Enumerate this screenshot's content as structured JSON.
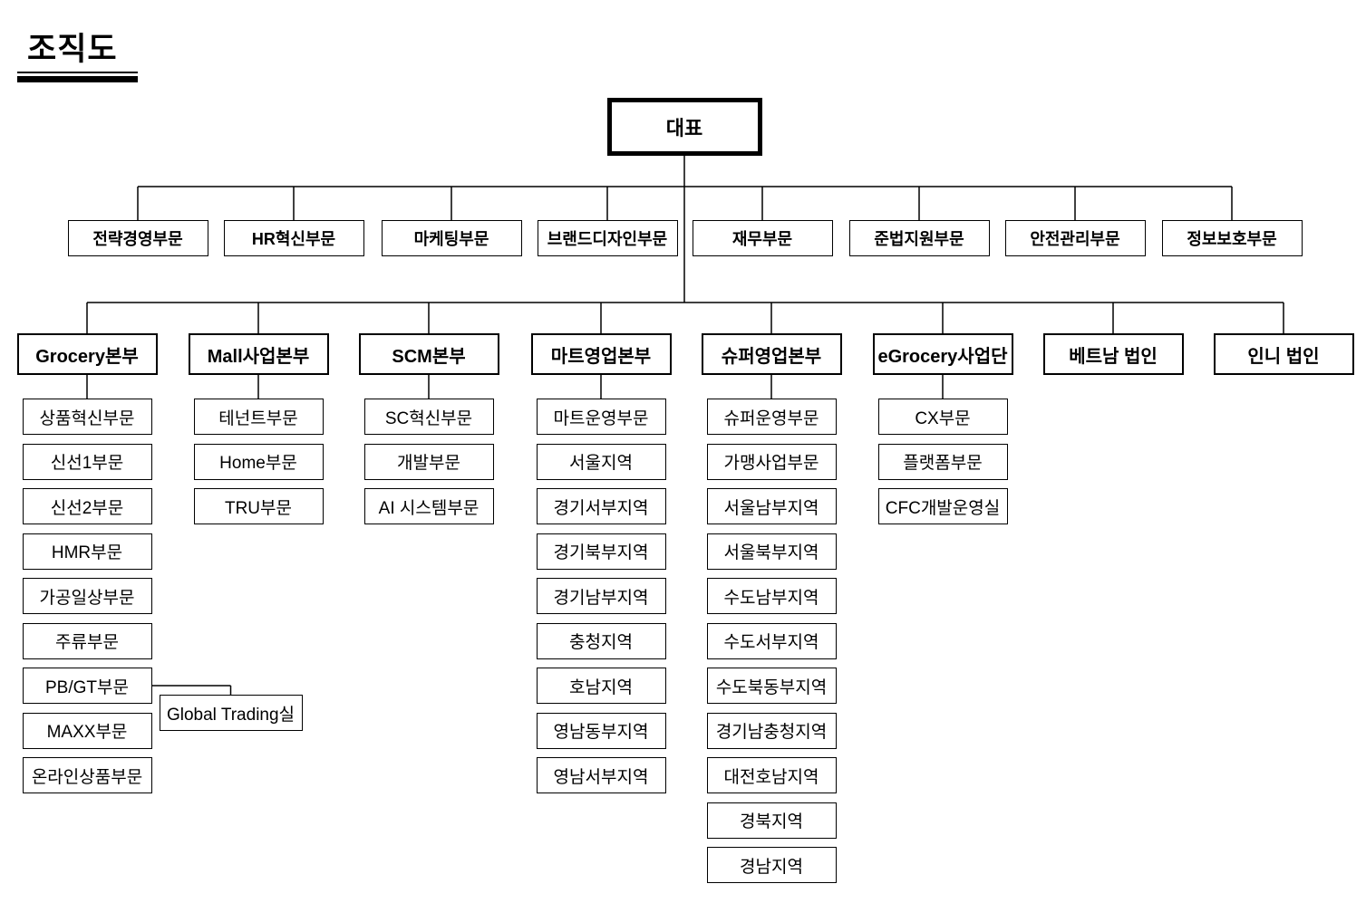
{
  "title": "조직도",
  "colors": {
    "line": "#000000",
    "box_border": "#000000",
    "background": "#ffffff"
  },
  "root": {
    "label": "대표"
  },
  "staff_departments": [
    "전략경영부문",
    "HR혁신부문",
    "마케팅부문",
    "브랜드디자인부문",
    "재무부문",
    "준법지원부문",
    "안전관리부문",
    "정보보호부문"
  ],
  "divisions": [
    {
      "label": "Grocery본부",
      "children": [
        "상품혁신부문",
        "신선1부문",
        "신선2부문",
        "HMR부문",
        "가공일상부문",
        "주류부문",
        "PB/GT부문",
        "MAXX부문",
        "온라인상품부문"
      ],
      "side_box": {
        "label": "Global Trading실",
        "attached_to": "PB/GT부문",
        "attached_child_index": 6
      }
    },
    {
      "label": "Mall사업본부",
      "children": [
        "테넌트부문",
        "Home부문",
        "TRU부문"
      ]
    },
    {
      "label": "SCM본부",
      "children": [
        "SC혁신부문",
        "개발부문",
        "AI 시스템부문"
      ]
    },
    {
      "label": "마트영업본부",
      "children": [
        "마트운영부문",
        "서울지역",
        "경기서부지역",
        "경기북부지역",
        "경기남부지역",
        "충청지역",
        "호남지역",
        "영남동부지역",
        "영남서부지역"
      ]
    },
    {
      "label": "슈퍼영업본부",
      "children": [
        "슈퍼운영부문",
        "가맹사업부문",
        "서울남부지역",
        "서울북부지역",
        "수도남부지역",
        "수도서부지역",
        "수도북동부지역",
        "경기남충청지역",
        "대전호남지역",
        "경북지역",
        "경남지역"
      ]
    },
    {
      "label": "eGrocery사업단",
      "children": [
        "CX부문",
        "플랫폼부문",
        "CFC개발운영실"
      ]
    },
    {
      "label": "베트남 법인",
      "children": []
    },
    {
      "label": "인니 법인",
      "children": []
    }
  ]
}
